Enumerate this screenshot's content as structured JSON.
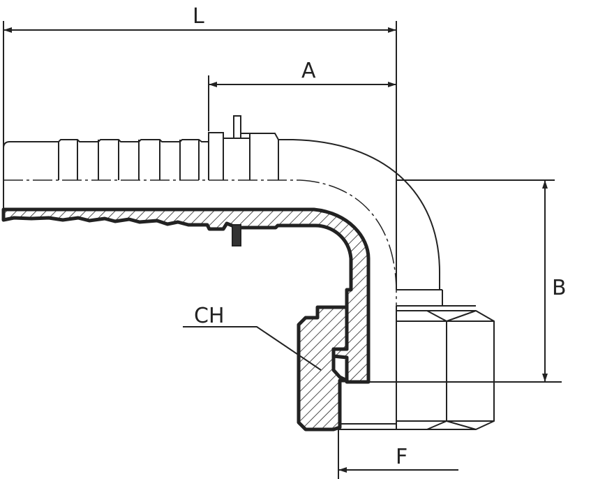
{
  "diagram": {
    "dimensions": {
      "L": "L",
      "A": "A",
      "B": "B",
      "F": "F",
      "CH": "CH"
    },
    "colors": {
      "line": "#222222",
      "background": "#ffffff"
    }
  }
}
